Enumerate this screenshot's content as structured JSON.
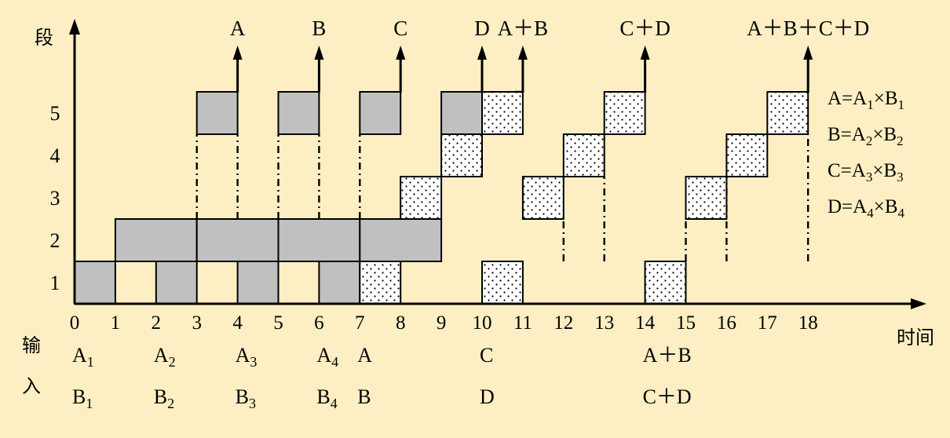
{
  "colors": {
    "background": "#fdefc3",
    "gray_block": "#c0c0c0",
    "dotted_block": "#ffffff",
    "stroke": "#000000"
  },
  "y_axis_label": "段",
  "x_axis_label": "时间",
  "input_label_chars": [
    "输",
    "入"
  ],
  "stage_labels": [
    "1",
    "2",
    "3",
    "4",
    "5"
  ],
  "time_ticks": [
    "0",
    "1",
    "2",
    "3",
    "4",
    "5",
    "6",
    "7",
    "8",
    "9",
    "10",
    "11",
    "12",
    "13",
    "14",
    "15",
    "16",
    "17",
    "18"
  ],
  "output_labels": [
    {
      "text": "A",
      "t": 4
    },
    {
      "text": "B",
      "t": 6
    },
    {
      "text": "C",
      "t": 8
    },
    {
      "text": "D",
      "t": 10
    },
    {
      "text": "A＋B",
      "t": 11
    },
    {
      "text": "C＋D",
      "t": 14
    },
    {
      "text": "A＋B＋C＋D",
      "t": 18
    }
  ],
  "legend": [
    {
      "lhs": "A=A",
      "s1": "1",
      "op": "×B",
      "s2": "1"
    },
    {
      "lhs": "B=A",
      "s1": "2",
      "op": "×B",
      "s2": "2"
    },
    {
      "lhs": "C=A",
      "s1": "3",
      "op": "×B",
      "s2": "3"
    },
    {
      "lhs": "D=A",
      "s1": "4",
      "op": "×B",
      "s2": "4"
    }
  ],
  "inputs": [
    {
      "t": 0,
      "top": {
        "base": "A",
        "sub": "1"
      },
      "bottom": {
        "base": "B",
        "sub": "1"
      }
    },
    {
      "t": 2,
      "top": {
        "base": "A",
        "sub": "2"
      },
      "bottom": {
        "base": "B",
        "sub": "2"
      }
    },
    {
      "t": 4,
      "top": {
        "base": "A",
        "sub": "3"
      },
      "bottom": {
        "base": "B",
        "sub": "3"
      }
    },
    {
      "t": 6,
      "top": {
        "base": "A",
        "sub": "4"
      },
      "bottom": {
        "base": "B",
        "sub": "4"
      }
    },
    {
      "t": 7,
      "top": {
        "base": "A",
        "sub": ""
      },
      "bottom": {
        "base": "B",
        "sub": ""
      }
    },
    {
      "t": 10,
      "top": {
        "base": "C",
        "sub": ""
      },
      "bottom": {
        "base": "D",
        "sub": ""
      }
    },
    {
      "t": 14,
      "top": {
        "base": "A＋B",
        "sub": ""
      },
      "bottom": {
        "base": "C＋D",
        "sub": ""
      }
    }
  ],
  "blocks": [
    {
      "stage": 1,
      "t0": 0,
      "t1": 1,
      "fill": "gray"
    },
    {
      "stage": 1,
      "t0": 2,
      "t1": 3,
      "fill": "gray"
    },
    {
      "stage": 1,
      "t0": 4,
      "t1": 5,
      "fill": "gray"
    },
    {
      "stage": 1,
      "t0": 6,
      "t1": 7,
      "fill": "gray"
    },
    {
      "stage": 1,
      "t0": 7,
      "t1": 8,
      "fill": "dotted"
    },
    {
      "stage": 1,
      "t0": 10,
      "t1": 11,
      "fill": "dotted"
    },
    {
      "stage": 1,
      "t0": 14,
      "t1": 15,
      "fill": "dotted"
    },
    {
      "stage": 2,
      "t0": 1,
      "t1": 3,
      "fill": "gray"
    },
    {
      "stage": 2,
      "t0": 3,
      "t1": 5,
      "fill": "gray"
    },
    {
      "stage": 2,
      "t0": 5,
      "t1": 7,
      "fill": "gray"
    },
    {
      "stage": 2,
      "t0": 7,
      "t1": 9,
      "fill": "gray"
    },
    {
      "stage": 3,
      "t0": 8,
      "t1": 9,
      "fill": "dotted"
    },
    {
      "stage": 3,
      "t0": 11,
      "t1": 12,
      "fill": "dotted"
    },
    {
      "stage": 3,
      "t0": 15,
      "t1": 16,
      "fill": "dotted"
    },
    {
      "stage": 4,
      "t0": 9,
      "t1": 10,
      "fill": "dotted"
    },
    {
      "stage": 4,
      "t0": 12,
      "t1": 13,
      "fill": "dotted"
    },
    {
      "stage": 4,
      "t0": 16,
      "t1": 17,
      "fill": "dotted"
    },
    {
      "stage": 5,
      "t0": 3,
      "t1": 4,
      "fill": "gray"
    },
    {
      "stage": 5,
      "t0": 5,
      "t1": 6,
      "fill": "gray"
    },
    {
      "stage": 5,
      "t0": 7,
      "t1": 8,
      "fill": "gray"
    },
    {
      "stage": 5,
      "t0": 9,
      "t1": 10,
      "fill": "gray"
    },
    {
      "stage": 5,
      "t0": 10,
      "t1": 11,
      "fill": "dotted"
    },
    {
      "stage": 5,
      "t0": 13,
      "t1": 14,
      "fill": "dotted"
    },
    {
      "stage": 5,
      "t0": 17,
      "t1": 18,
      "fill": "dotted"
    }
  ],
  "connectors": [
    {
      "t": 3,
      "from": 2,
      "to": 5
    },
    {
      "t": 4,
      "from": 2,
      "to": 5
    },
    {
      "t": 5,
      "from": 2,
      "to": 5
    },
    {
      "t": 6,
      "from": 2,
      "to": 5
    },
    {
      "t": 7,
      "from": 2,
      "to": 5
    },
    {
      "t": 9,
      "from": 1,
      "to": 2
    },
    {
      "t": 12,
      "from": 1,
      "to": 3
    },
    {
      "t": 13,
      "from": 1,
      "to": 4
    },
    {
      "t": 15,
      "from": 1,
      "to": 3
    },
    {
      "t": 16,
      "from": 1,
      "to": 4
    },
    {
      "t": 18,
      "from": 1,
      "to": 5
    }
  ],
  "output_arrows": [
    {
      "t": 4,
      "hook_from": 4
    },
    {
      "t": 6,
      "hook_from": 6
    },
    {
      "t": 8,
      "hook_from": 8
    },
    {
      "t": 10,
      "hook_from": 10
    },
    {
      "t": 11,
      "hook_from": 10.8
    },
    {
      "t": 14,
      "hook_from": 14
    },
    {
      "t": 18,
      "hook_from": 18
    }
  ]
}
